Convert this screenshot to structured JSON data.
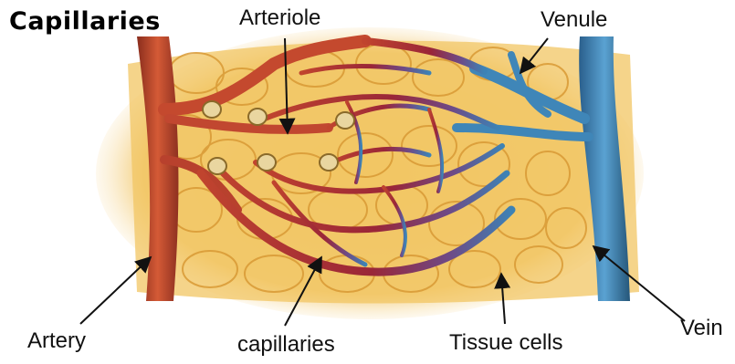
{
  "title": "Capillaries",
  "labels": {
    "arteriole": "Arteriole",
    "venule": "Venule",
    "artery": "Artery",
    "capillaries": "capillaries",
    "tissue_cells": "Tissue cells",
    "vein": "Vein"
  },
  "colors": {
    "artery": "#b8452a",
    "capillary": "#9e2a33",
    "vein": "#3f86b8",
    "tissue": "#f2c664",
    "tissue_outline": "#d99a35",
    "background": "#ffffff"
  }
}
